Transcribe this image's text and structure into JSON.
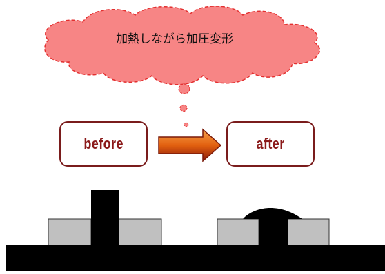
{
  "cloud": {
    "text": "加熱しながら加圧変形",
    "fill": "#f77f7f",
    "stroke": "#e33333"
  },
  "boxes": {
    "before": "before",
    "after": "after",
    "border_color": "#7a1c1c",
    "text_color": "#8b1a1a"
  },
  "arrow": {
    "color_light": "#f4821e",
    "color_dark": "#8b1a0a"
  },
  "cross_section": {
    "base_color": "#000000",
    "pad_color": "#c0c0c0"
  }
}
